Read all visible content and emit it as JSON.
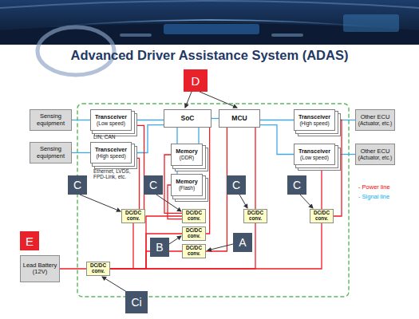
{
  "diagram": {
    "title": "Advanced Driver Assistance System (ADAS)",
    "nodes": [
      {
        "text": [
          "Sensing equipment"
        ]
      },
      {
        "text": [
          "Transceiver",
          "(Low speed)"
        ]
      },
      {
        "text": [
          "SoC"
        ]
      },
      {
        "text": [
          "MCU"
        ]
      },
      {
        "text": [
          "Transceiver",
          "(High speed)"
        ]
      },
      {
        "text": [
          "Other ECU",
          "(Actuator, etc.)"
        ]
      },
      {
        "text": [
          "Sensing equipment"
        ]
      },
      {
        "text": [
          "Transceiver",
          "(High speed)"
        ]
      },
      {
        "text": [
          "Memory",
          "(DDR)"
        ]
      },
      {
        "text": [
          "Transceiver",
          "(Low speed)"
        ]
      },
      {
        "text": [
          "Other ECU",
          "(Actuator, etc.)"
        ]
      },
      {
        "text": [
          "Memory",
          "(Flash)"
        ]
      },
      {
        "text": [
          "DC/DC conv."
        ]
      },
      {
        "text": [
          "DC/DC conv."
        ]
      },
      {
        "text": [
          "DC/DC conv."
        ]
      },
      {
        "text": [
          "DC/DC conv."
        ]
      },
      {
        "text": [
          "DC/DC conv."
        ]
      },
      {
        "text": [
          "DC/DC conv."
        ]
      },
      {
        "text": [
          "Lead Battery",
          "(12V)"
        ]
      },
      {
        "text": [
          "DC/DC conv."
        ]
      }
    ],
    "edges": [
      {
        "from": 0,
        "to": 1,
        "arrow": "none"
      },
      {
        "from": 6,
        "to": 7,
        "arrow": "none"
      },
      {
        "from": 1,
        "to": 2,
        "arrow": "none"
      },
      {
        "from": 7,
        "to": 2,
        "arrow": "none"
      },
      {
        "from": 2,
        "to": 3,
        "arrow": "none"
      },
      {
        "from": 2,
        "to": 8,
        "arrow": "none"
      },
      {
        "from": 2,
        "to": 11,
        "arrow": "none"
      },
      {
        "from": 3,
        "to": 4,
        "arrow": "none"
      },
      {
        "from": 3,
        "to": 9,
        "arrow": "none"
      },
      {
        "from": 4,
        "to": 5,
        "arrow": "none"
      },
      {
        "from": 9,
        "to": 10,
        "arrow": "none"
      },
      {
        "from": 18,
        "to": 19,
        "arrow": "none"
      },
      {
        "from": 19,
        "to": 12,
        "arrow": "none"
      },
      {
        "from": 19,
        "to": 13,
        "arrow": "none"
      },
      {
        "from": 19,
        "to": 16,
        "arrow": "none"
      },
      {
        "from": 19,
        "to": 17,
        "arrow": "none"
      },
      {
        "from": 19,
        "to": 14,
        "arrow": "none"
      },
      {
        "from": 19,
        "to": 15,
        "arrow": "none"
      },
      {
        "from": 12,
        "to": 1,
        "arrow": "none"
      },
      {
        "from": 12,
        "to": 7,
        "arrow": "none"
      },
      {
        "from": 13,
        "to": 8,
        "arrow": "none"
      },
      {
        "from": 13,
        "to": 11,
        "arrow": "none"
      },
      {
        "from": 16,
        "to": 2,
        "arrow": "none"
      },
      {
        "from": 17,
        "to": 3,
        "arrow": "none"
      },
      {
        "from": 14,
        "to": 3,
        "arrow": "none"
      },
      {
        "from": 15,
        "to": 9,
        "arrow": "none"
      },
      {
        "from": 15,
        "to": 4,
        "arrow": "none"
      }
    ],
    "labels": [
      "LIN, CAN",
      "Ethernet, LVDS, FPD-Link, etc.",
      "D",
      "C",
      "C",
      "C",
      "C",
      "B",
      "A",
      "E",
      "Ci"
    ],
    "legend": [
      {
        "text": "- Power line",
        "color": "#ff0000"
      },
      {
        "text": "- Signal line",
        "color": "#00b0f0"
      }
    ]
  }
}
